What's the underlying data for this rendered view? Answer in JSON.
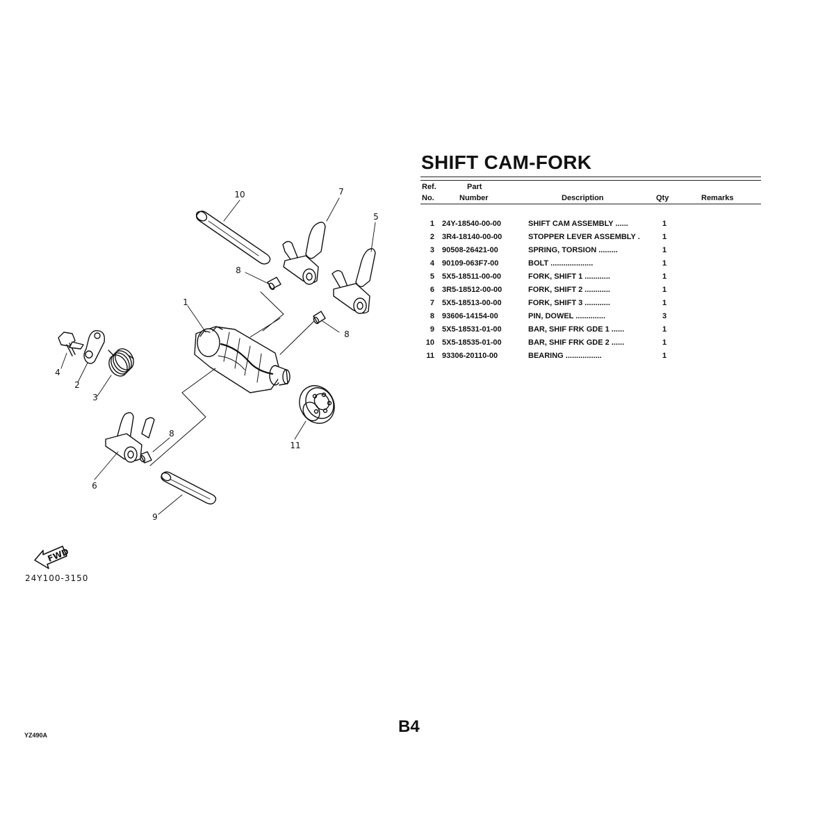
{
  "title": "SHIFT CAM-FORK",
  "headers": {
    "ref": "Ref.",
    "no": "No.",
    "part": "Part",
    "number": "Number",
    "description": "Description",
    "qty": "Qty",
    "remarks": "Remarks"
  },
  "parts": [
    {
      "ref": "1",
      "number": "24Y-18540-00-00",
      "description": "SHIFT CAM ASSEMBLY ......",
      "qty": "1",
      "remarks": ""
    },
    {
      "ref": "2",
      "number": "3R4-18140-00-00",
      "description": "STOPPER LEVER ASSEMBLY .",
      "qty": "1",
      "remarks": ""
    },
    {
      "ref": "3",
      "number": "90508-26421-00",
      "description": "SPRING, TORSION  .........",
      "qty": "1",
      "remarks": ""
    },
    {
      "ref": "4",
      "number": "90109-063F7-00",
      "description": "BOLT ....................",
      "qty": "1",
      "remarks": ""
    },
    {
      "ref": "5",
      "number": "5X5-18511-00-00",
      "description": "FORK, SHIFT 1  ............",
      "qty": "1",
      "remarks": ""
    },
    {
      "ref": "6",
      "number": "3R5-18512-00-00",
      "description": "FORK, SHIFT 2  ............",
      "qty": "1",
      "remarks": ""
    },
    {
      "ref": "7",
      "number": "5X5-18513-00-00",
      "description": "FORK, SHIFT 3  ............",
      "qty": "1",
      "remarks": ""
    },
    {
      "ref": "8",
      "number": "93606-14154-00",
      "description": "PIN, DOWEL  ..............",
      "qty": "3",
      "remarks": ""
    },
    {
      "ref": "9",
      "number": "5X5-18531-01-00",
      "description": "BAR, SHIF FRK GDE 1  ......",
      "qty": "1",
      "remarks": ""
    },
    {
      "ref": "10",
      "number": "5X5-18535-01-00",
      "description": "BAR, SHIF FRK GDE 2  ......",
      "qty": "1",
      "remarks": ""
    },
    {
      "ref": "11",
      "number": "93306-20110-00",
      "description": "BEARING .................",
      "qty": "1",
      "remarks": ""
    }
  ],
  "diagram": {
    "callouts": [
      "1",
      "2",
      "3",
      "4",
      "5",
      "6",
      "7",
      "8",
      "8",
      "8",
      "9",
      "10",
      "11"
    ],
    "fwd_label": "FWD",
    "drawing_code": "24Y100-3150"
  },
  "footer": {
    "page": "B4",
    "model": "YZ490A"
  }
}
